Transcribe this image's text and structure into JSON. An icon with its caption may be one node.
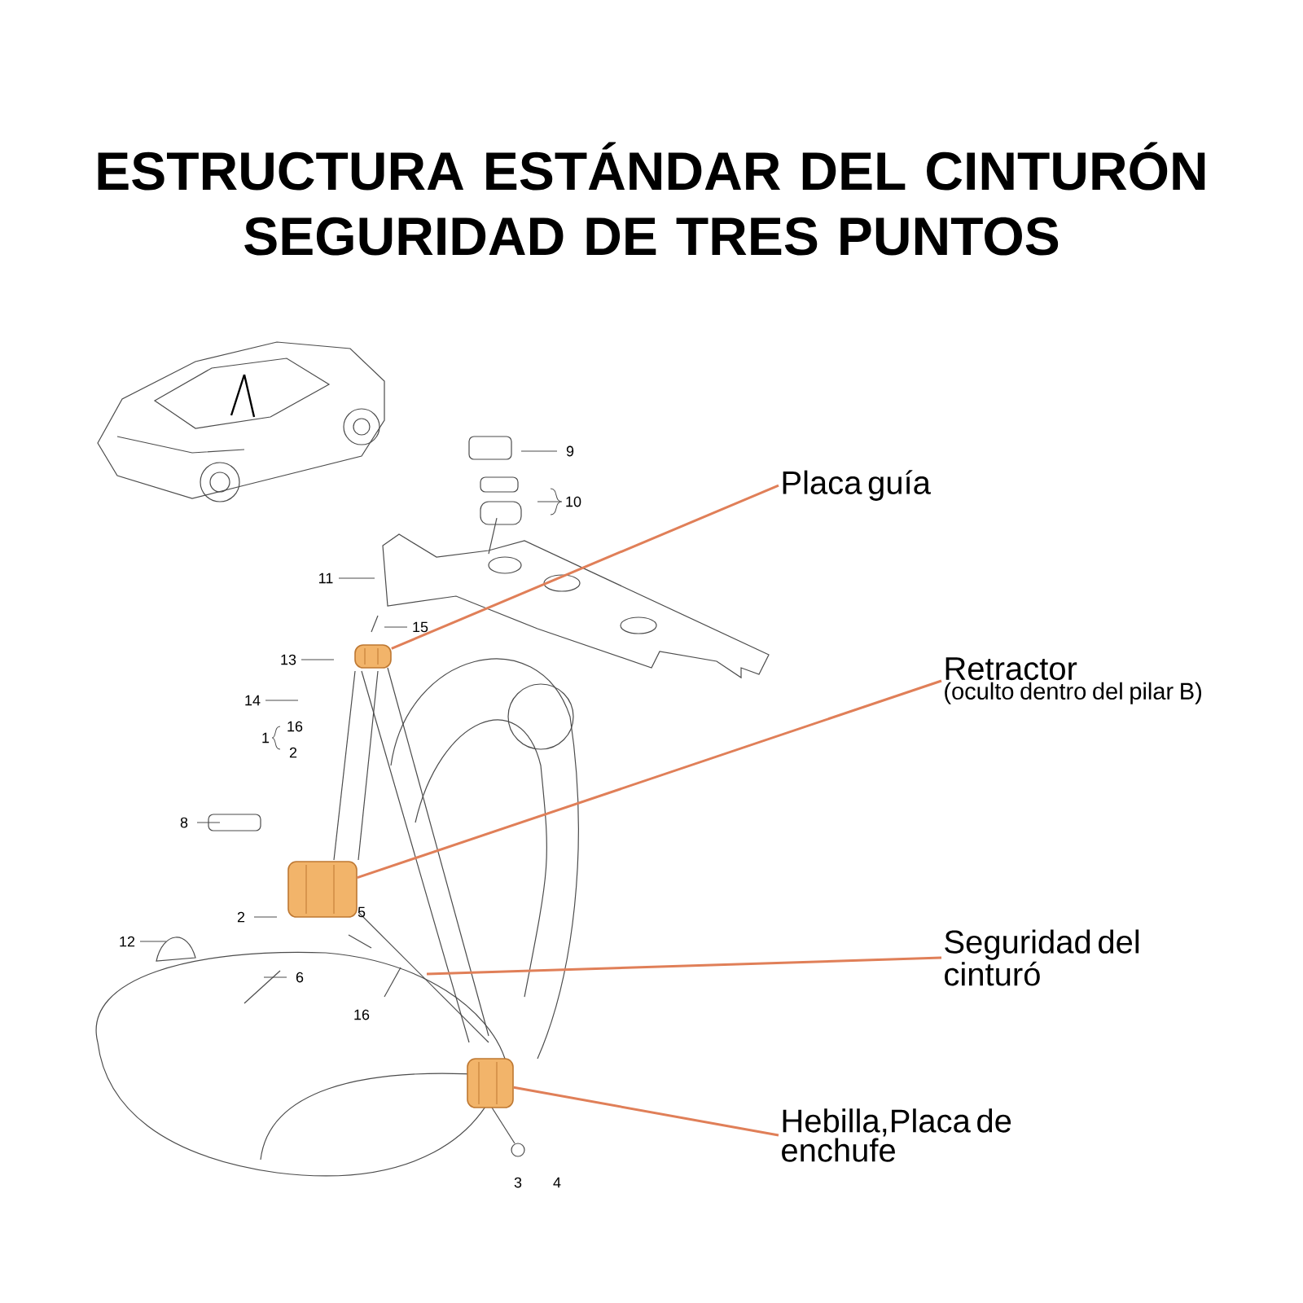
{
  "diagram": {
    "title": "ESTRUCTURA ESTÁNDAR DEL CINTURÓN SEGURIDAD DE TRES PUNTOS",
    "nodes": [
      {
        "text": [
          "Placa guía"
        ]
      },
      {
        "text": [],
        "shape": "picture"
      },
      {
        "text": [
          "Retractor",
          "(oculto dentro del pilar B)"
        ]
      },
      {
        "text": [],
        "shape": "picture"
      },
      {
        "text": [
          "Seguridad del cinturó"
        ]
      },
      {
        "text": [
          "Hebilla,Placa de enchufe"
        ]
      },
      {
        "text": [],
        "shape": "picture"
      }
    ],
    "edges": [
      {
        "from": 0,
        "to": 1,
        "arrow": "none"
      },
      {
        "from": 2,
        "to": 3,
        "arrow": "none"
      },
      {
        "from": 4,
        "to": null,
        "arrow": "none"
      },
      {
        "from": 5,
        "to": 6,
        "arrow": "none"
      }
    ],
    "labels": [
      "9",
      "10",
      "11",
      "15",
      "13",
      "14",
      "1",
      "16",
      "2",
      "8",
      "2",
      "5",
      "12",
      "6",
      "16",
      "3",
      "4"
    ]
  }
}
